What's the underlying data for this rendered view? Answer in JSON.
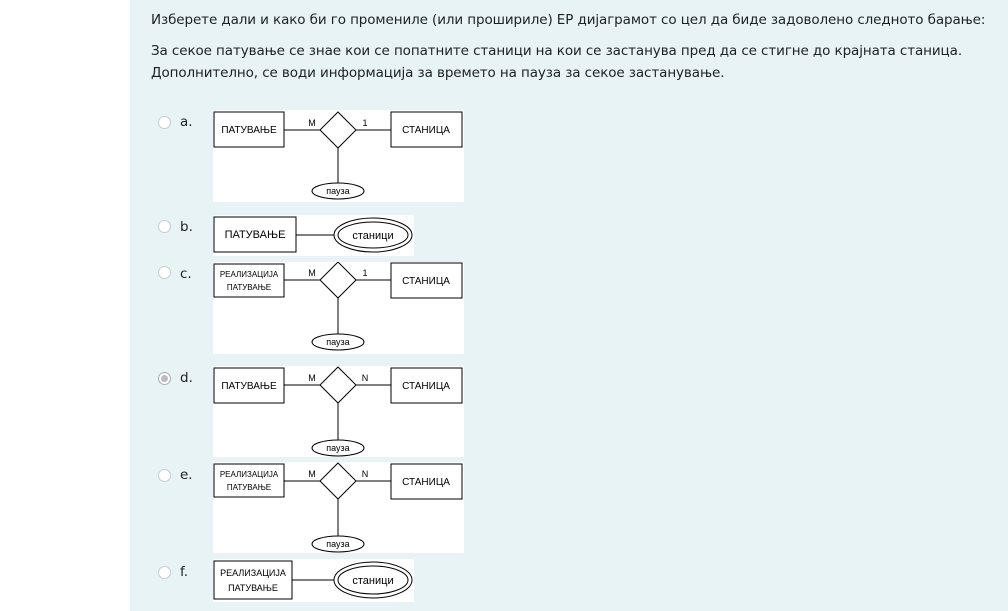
{
  "question": {
    "prompt": "Изберете дали и како би го промениле (или прошириле) ЕР дијаграмот со цел да биде задоволено следното барање:",
    "requirement_line1": "За секое патување се знае кои се попатните станици на кои се застанува пред да се стигне до крајната станица.",
    "requirement_line2": "Дополнително, се води информација за времето на пауза за секое застанување."
  },
  "options": [
    {
      "letter": "a.",
      "selected": false,
      "diagram": {
        "entity_left": "ПАТУВАЊЕ",
        "card_left": "M",
        "card_right": "1",
        "entity_right": "СТАНИЦА",
        "attribute": "пауза"
      }
    },
    {
      "letter": "b.",
      "selected": false,
      "diagram": {
        "entity": "ПАТУВАЊЕ",
        "multivalued_attribute": "станици"
      }
    },
    {
      "letter": "c.",
      "selected": false,
      "diagram": {
        "entity_left_line1": "РЕАЛИЗАЦИЈА",
        "entity_left_line2": "ПАТУВАЊЕ",
        "card_left": "M",
        "card_right": "1",
        "entity_right": "СТАНИЦА",
        "attribute": "пауза"
      }
    },
    {
      "letter": "d.",
      "selected": true,
      "diagram": {
        "entity_left": "ПАТУВАЊЕ",
        "card_left": "M",
        "card_right": "N",
        "entity_right": "СТАНИЦА",
        "attribute": "пауза"
      }
    },
    {
      "letter": "e.",
      "selected": false,
      "diagram": {
        "entity_left_line1": "РЕАЛИЗАЦИЈА",
        "entity_left_line2": "ПАТУВАЊЕ",
        "card_left": "M",
        "card_right": "N",
        "entity_right": "СТАНИЦА",
        "attribute": "пауза"
      }
    },
    {
      "letter": "f.",
      "selected": false,
      "diagram": {
        "entity_line1": "РЕАЛИЗАЦИЈА",
        "entity_line2": "ПАТУВАЊЕ",
        "multivalued_attribute": "станици"
      }
    }
  ]
}
